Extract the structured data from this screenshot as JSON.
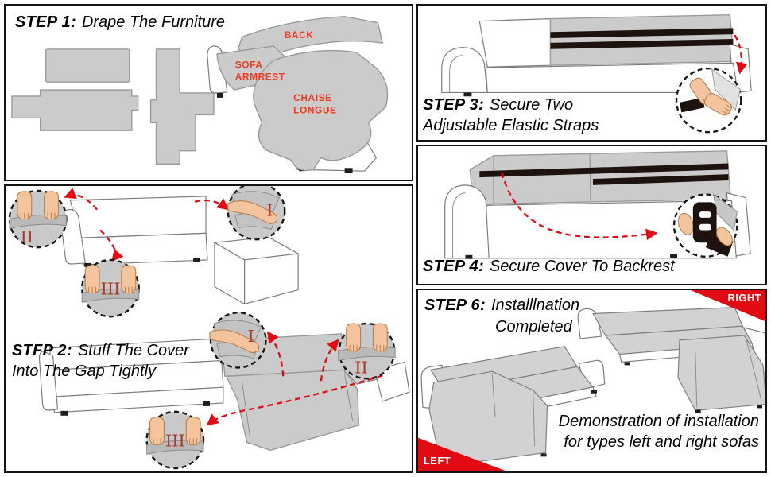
{
  "colors": {
    "accent_red": "#e30b13",
    "label_red": "#ee3b22",
    "numeral_red": "#a63825",
    "cover_gray": "#cbcbcb",
    "strap_black": "#1d120d",
    "skin": "#f4c49e",
    "panel_border": "#141414"
  },
  "panel1": {
    "step": "STEP 1:",
    "title": "Drape The Furniture",
    "labels": {
      "back": "BACK",
      "sofa": "SOFA",
      "armrest": "ARMREST",
      "chaise": "CHAISE",
      "longue": "LONGUE"
    }
  },
  "panel2": {
    "step": "STFP 2:",
    "title_line1": "Stuff The Cover",
    "title_line2": "Into The Gap Tightly",
    "numerals": {
      "one": "I",
      "two": "II",
      "three": "III"
    }
  },
  "panel3": {
    "step": "STEP 3:",
    "title_line1": "Secure Two",
    "title_line2": "Adjustable Elastic Straps"
  },
  "panel4": {
    "step": "STEP 4:",
    "title": "Secure Cover To Backrest"
  },
  "panel5": {
    "step": "STEP 6:",
    "title_line1": "Installlnation",
    "title_line2": "Completed",
    "badge_right": "RIGHT",
    "badge_left": "LEFT",
    "caption_line1": "Demonstration of installation",
    "caption_line2": "for types left and right sofas"
  }
}
